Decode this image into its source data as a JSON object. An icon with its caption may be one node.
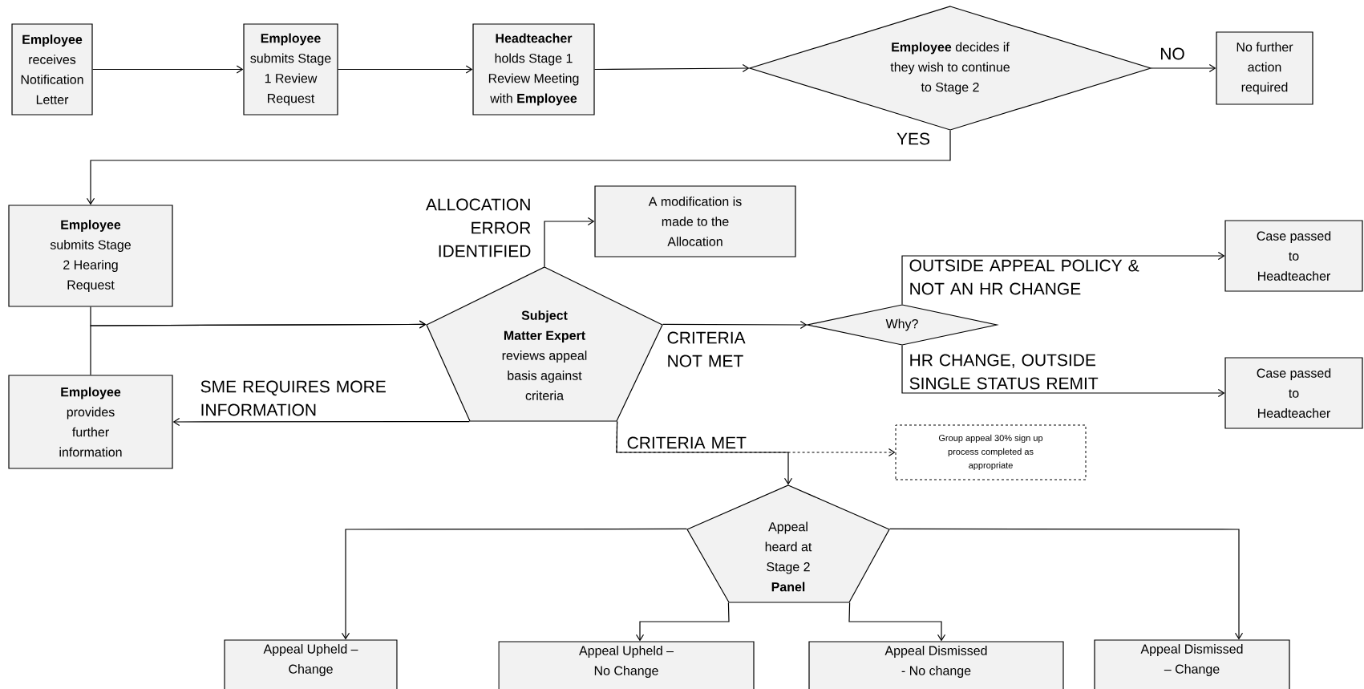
{
  "diagram": {
    "nodes": [
      {
        "text": [
          "**Employee** receives Notification Letter"
        ]
      },
      {
        "text": [
          "**Employee** submits Stage 1 Review Request"
        ]
      },
      {
        "text": [
          "**Headteacher** holds Stage 1 Review Meeting with **Employee**"
        ]
      },
      {
        "text": [
          "**Employee** decides if they wish to continue to Stage 2"
        ]
      },
      {
        "text": [
          "No further action required"
        ]
      },
      {
        "text": [
          "**Employee** submits Stage 2 Hearing Request"
        ]
      },
      {
        "text": [
          "A modification is made to the Allocation"
        ]
      },
      {
        "text": [
          "**Subject Matter Expert** reviews appeal basis against criteria"
        ]
      },
      {
        "text": [
          "**Employee** provides further information"
        ]
      },
      {
        "text": [
          "Why?"
        ]
      },
      {
        "text": [
          "Case passed to Headteacher"
        ]
      },
      {
        "text": [
          "Case passed to Headteacher"
        ]
      },
      {
        "text": [
          "Group appeal 30% sign up process completed as appropriate"
        ]
      },
      {
        "text": [
          "Appeal heard at Stage 2 **Panel**"
        ]
      },
      {
        "text": [
          "Appeal Upheld – Change"
        ]
      },
      {
        "text": [
          "Appeal Upheld – No Change"
        ]
      },
      {
        "text": [
          "Appeal Dismissed - No change"
        ]
      },
      {
        "text": [
          "Appeal Dismissed – Change"
        ]
      }
    ],
    "edges": [
      {
        "from": 0,
        "to": 1,
        "arrow": "to"
      },
      {
        "from": 1,
        "to": 2,
        "arrow": "to"
      },
      {
        "from": 2,
        "to": 3,
        "arrow": "to"
      },
      {
        "from": 3,
        "to": 4,
        "arrow": "to",
        "label": "NO"
      },
      {
        "from": 3,
        "to": 5,
        "arrow": "to",
        "label": "YES"
      },
      {
        "from": 5,
        "to": 7,
        "arrow": "to"
      },
      {
        "from": 8,
        "to": 7,
        "arrow": "to"
      },
      {
        "from": 7,
        "to": 8,
        "arrow": "to",
        "label": "SME REQUIRES MORE INFORMATION"
      },
      {
        "from": 7,
        "to": 6,
        "arrow": "to",
        "label": "ALLOCATION ERROR IDENTIFIED"
      },
      {
        "from": 7,
        "to": 9,
        "arrow": "to",
        "label": "CRITERIA NOT MET"
      },
      {
        "from": 9,
        "to": 10,
        "arrow": "to",
        "label": "OUTSIDE APPEAL POLICY & NOT AN HR CHANGE"
      },
      {
        "from": 9,
        "to": 11,
        "arrow": "to",
        "label": "HR CHANGE, OUTSIDE SINGLE STATUS REMIT"
      },
      {
        "from": 7,
        "to": 12,
        "arrow": "to",
        "style": "dashed",
        "label": "CRITERIA MET"
      },
      {
        "from": 7,
        "to": 13,
        "arrow": "to"
      },
      {
        "from": 13,
        "to": 14,
        "arrow": "to"
      },
      {
        "from": 13,
        "to": 15,
        "arrow": "to"
      },
      {
        "from": 13,
        "to": 16,
        "arrow": "to"
      },
      {
        "from": 13,
        "to": 17,
        "arrow": "to"
      }
    ]
  }
}
